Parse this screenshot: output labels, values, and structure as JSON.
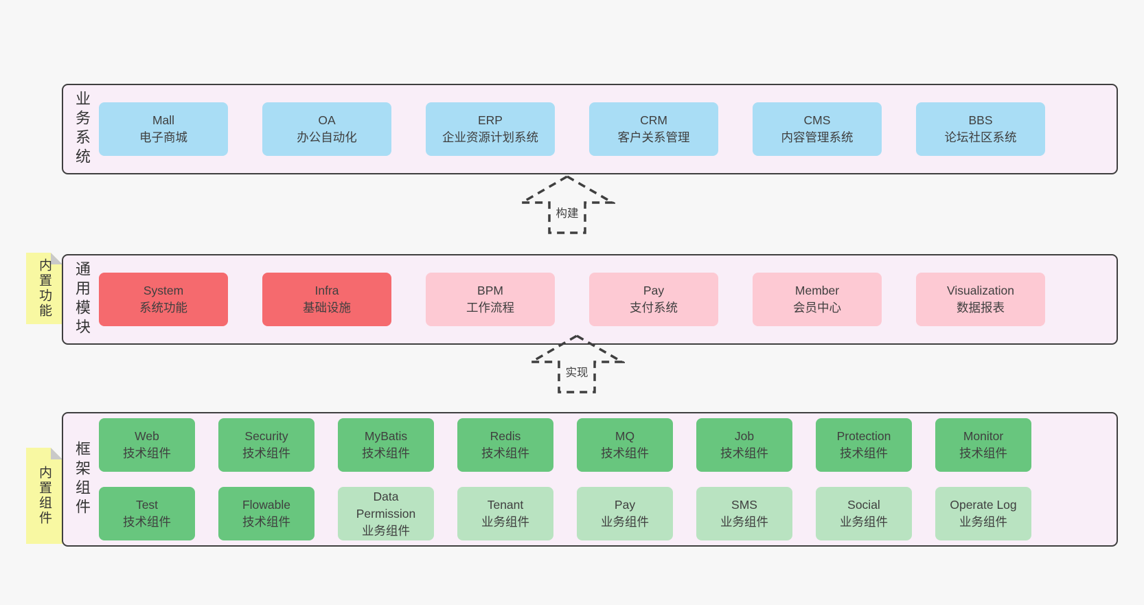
{
  "palette": {
    "page_bg": "#f7f7f7",
    "panel_bg": "#f9eef8",
    "panel_border": "#3f3f3f",
    "blue_box": "#a9ddf5",
    "red_box": "#f56a6e",
    "pink_box": "#fdc9d3",
    "green_box": "#68c67e",
    "light_green_box": "#b9e3c1",
    "sticky_yellow": "#f8f8a2",
    "text": "#3f3f3f"
  },
  "arrows": [
    {
      "label": "构建"
    },
    {
      "label": "实现"
    }
  ],
  "layers": [
    {
      "side_label": "业务系统",
      "boxes": [
        {
          "en": "Mall",
          "zh": "电子商城"
        },
        {
          "en": "OA",
          "zh": "办公自动化"
        },
        {
          "en": "ERP",
          "zh": "企业资源计划系统"
        },
        {
          "en": "CRM",
          "zh": "客户关系管理"
        },
        {
          "en": "CMS",
          "zh": "内容管理系统"
        },
        {
          "en": "BBS",
          "zh": "论坛社区系统"
        }
      ]
    },
    {
      "side_label": "通用模块",
      "sticky": "内置功能",
      "boxes": [
        {
          "en": "System",
          "zh": "系统功能"
        },
        {
          "en": "Infra",
          "zh": "基础设施"
        },
        {
          "en": "BPM",
          "zh": "工作流程"
        },
        {
          "en": "Pay",
          "zh": "支付系统"
        },
        {
          "en": "Member",
          "zh": "会员中心"
        },
        {
          "en": "Visualization",
          "zh": "数据报表"
        }
      ]
    },
    {
      "side_label": "框架组件",
      "sticky": "内置组件",
      "rows": [
        [
          {
            "en": "Web",
            "zh": "技术组件"
          },
          {
            "en": "Security",
            "zh": "技术组件"
          },
          {
            "en": "MyBatis",
            "zh": "技术组件"
          },
          {
            "en": "Redis",
            "zh": "技术组件"
          },
          {
            "en": "MQ",
            "zh": "技术组件"
          },
          {
            "en": "Job",
            "zh": "技术组件"
          },
          {
            "en": "Protection",
            "zh": "技术组件"
          },
          {
            "en": "Monitor",
            "zh": "技术组件"
          }
        ],
        [
          {
            "en": "Test",
            "zh": "技术组件"
          },
          {
            "en": "Flowable",
            "zh": "技术组件"
          },
          {
            "en": "Data Permission",
            "zh": "业务组件"
          },
          {
            "en": "Tenant",
            "zh": "业务组件"
          },
          {
            "en": "Pay",
            "zh": "业务组件"
          },
          {
            "en": "SMS",
            "zh": "业务组件"
          },
          {
            "en": "Social",
            "zh": "业务组件"
          },
          {
            "en": "Operate Log",
            "zh": "业务组件"
          }
        ]
      ]
    }
  ]
}
